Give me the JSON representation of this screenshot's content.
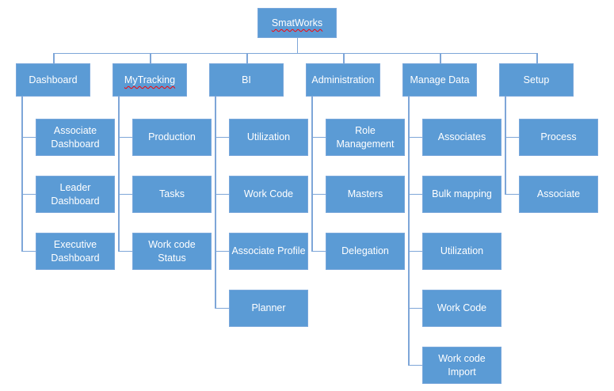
{
  "diagram": {
    "root": {
      "label": "SmatWorks",
      "misspelled": true
    },
    "columns": [
      {
        "label": "Dashboard",
        "misspelled": false,
        "children": [
          {
            "label": "Associate Dashboard"
          },
          {
            "label": "Leader Dashboard"
          },
          {
            "label": "Executive Dashboard"
          }
        ]
      },
      {
        "label": "MyTracking",
        "misspelled": true,
        "children": [
          {
            "label": "Production"
          },
          {
            "label": "Tasks"
          },
          {
            "label": "Work code Status"
          }
        ]
      },
      {
        "label": "BI",
        "misspelled": false,
        "children": [
          {
            "label": "Utilization"
          },
          {
            "label": "Work Code"
          },
          {
            "label": "Associate Profile"
          },
          {
            "label": "Planner"
          }
        ]
      },
      {
        "label": "Administration",
        "misspelled": false,
        "children": [
          {
            "label": "Role Management"
          },
          {
            "label": "Masters"
          },
          {
            "label": "Delegation"
          }
        ]
      },
      {
        "label": "Manage Data",
        "misspelled": false,
        "children": [
          {
            "label": "Associates"
          },
          {
            "label": "Bulk mapping"
          },
          {
            "label": "Utilization"
          },
          {
            "label": "Work Code"
          },
          {
            "label": "Work code Import"
          }
        ]
      },
      {
        "label": "Setup",
        "misspelled": false,
        "children": [
          {
            "label": "Process"
          },
          {
            "label": "Associate"
          }
        ]
      }
    ],
    "colors": {
      "fill": "#5B9BD5",
      "border": "#79A7DB",
      "conn": "#7EA6D8",
      "text": "#FFFFFF",
      "squiggle": "#FF0000",
      "bg": "#FFFFFF"
    }
  }
}
